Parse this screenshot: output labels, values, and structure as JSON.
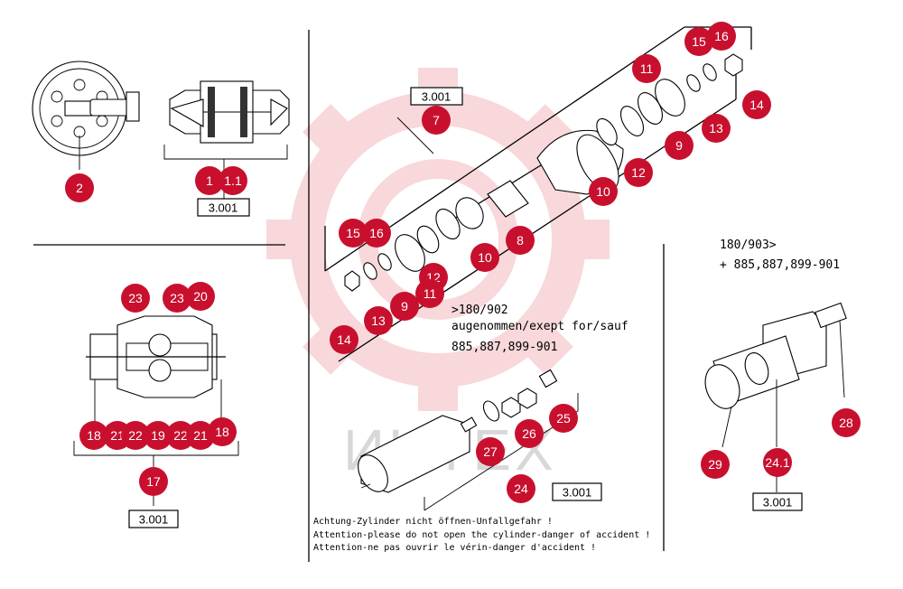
{
  "watermark": {
    "text": "ИHTEX",
    "gear_color": "#f4b9bd"
  },
  "colors": {
    "callout": "#c8102e"
  },
  "reference_label": "3.001",
  "callouts": [
    {
      "id": "c-2",
      "label": "2"
    },
    {
      "id": "c-1",
      "label": "1"
    },
    {
      "id": "c-1-1",
      "label": "1.1"
    },
    {
      "id": "c-7",
      "label": "7"
    },
    {
      "id": "c-15a",
      "label": "15"
    },
    {
      "id": "c-16a",
      "label": "16"
    },
    {
      "id": "c-14a",
      "label": "14"
    },
    {
      "id": "c-11a",
      "label": "11"
    },
    {
      "id": "c-9a",
      "label": "9"
    },
    {
      "id": "c-13a",
      "label": "13"
    },
    {
      "id": "c-12a",
      "label": "12"
    },
    {
      "id": "c-10a",
      "label": "10"
    },
    {
      "id": "c-8",
      "label": "8"
    },
    {
      "id": "c-10b",
      "label": "10"
    },
    {
      "id": "c-12b",
      "label": "12"
    },
    {
      "id": "c-15b",
      "label": "15"
    },
    {
      "id": "c-16b",
      "label": "16"
    },
    {
      "id": "c-9b",
      "label": "9"
    },
    {
      "id": "c-11b",
      "label": "11"
    },
    {
      "id": "c-13b",
      "label": "13"
    },
    {
      "id": "c-14b",
      "label": "14"
    },
    {
      "id": "c-23a",
      "label": "23"
    },
    {
      "id": "c-23b",
      "label": "23"
    },
    {
      "id": "c-20",
      "label": "20"
    },
    {
      "id": "c-18a",
      "label": "18"
    },
    {
      "id": "c-21a",
      "label": "21"
    },
    {
      "id": "c-22a",
      "label": "22"
    },
    {
      "id": "c-19",
      "label": "19"
    },
    {
      "id": "c-22b",
      "label": "22"
    },
    {
      "id": "c-21b",
      "label": "21"
    },
    {
      "id": "c-18b",
      "label": "18"
    },
    {
      "id": "c-17",
      "label": "17"
    },
    {
      "id": "c-25",
      "label": "25"
    },
    {
      "id": "c-26",
      "label": "26"
    },
    {
      "id": "c-27",
      "label": "27"
    },
    {
      "id": "c-24",
      "label": "24"
    },
    {
      "id": "c-28",
      "label": "28"
    },
    {
      "id": "c-29",
      "label": "29"
    },
    {
      "id": "c-24-1",
      "label": "24.1"
    }
  ],
  "notes": {
    "exception_line1": ">180/902",
    "exception_line2": "augenommen/exept for/sauf",
    "exception_line3": "885,887,899-901",
    "variant_line1": "180/903>",
    "variant_line2": "+ 885,887,899-901",
    "warning_de": "Achtung-Zylinder nicht öffnen-Unfallgefahr !",
    "warning_en": "Attention-please do not open the cylinder-danger of accident !",
    "warning_fr": "Attention-ne pas ouvrir le vérin-danger d'accident !"
  }
}
